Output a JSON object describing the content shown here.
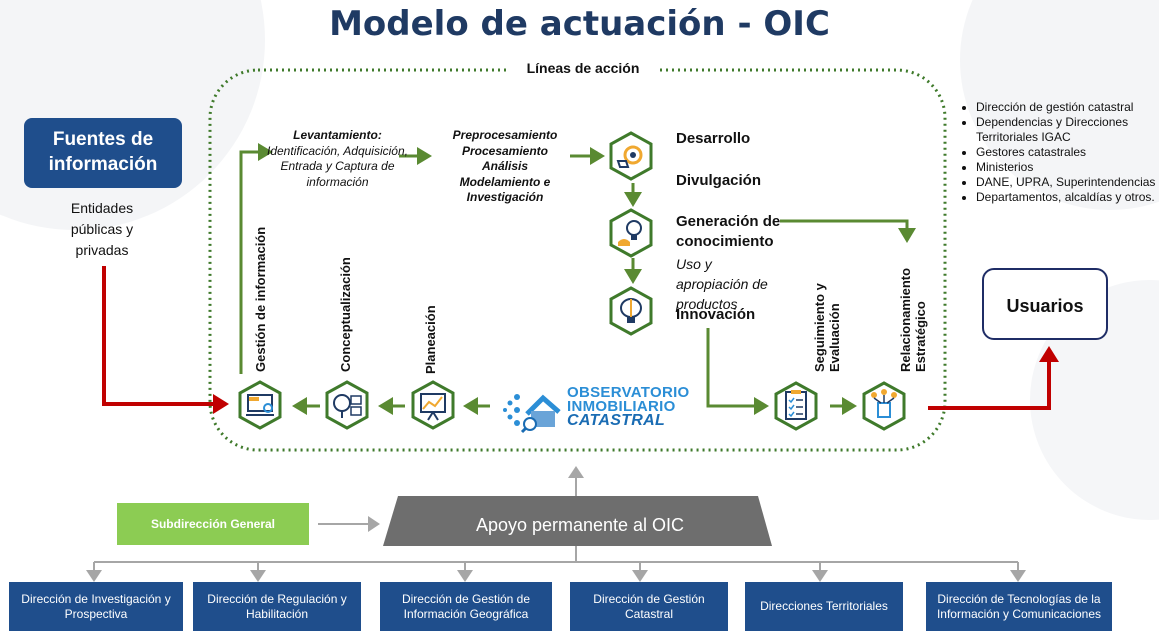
{
  "title": "Modelo de actuación - OIC",
  "lineas_label": "Líneas de acción",
  "fuentes": {
    "box_label": "Fuentes de información",
    "sub_label": "Entidades públicas y privadas"
  },
  "steps": {
    "levantamiento_head": "Levantamiento:",
    "levantamiento_body": "Identificación, Adquisición, Entrada y Captura de información",
    "preprocesamiento": "Preprocesamiento Procesamiento Análisis Modelamiento e Investigación"
  },
  "outputs": {
    "desarrollo": "Desarrollo",
    "divulgacion": "Divulgación",
    "generacion": "Generación de conocimiento",
    "uso": "Uso y apropiación de productos",
    "innovacion": "Innovación"
  },
  "vertical_labels": {
    "gestion": "Gestión de información",
    "conceptualizacion": "Conceptualización",
    "planeacion": "Planeación",
    "seguimiento": "Seguimiento y Evaluación",
    "relacionamiento": "Relacionamiento Estratégico"
  },
  "logo": {
    "line1": "OBSERVATORIO",
    "line2": "INMOBILIARIO",
    "line3": "CATASTRAL"
  },
  "users_list": [
    "Dirección de gestión catastral",
    "Dependencias y Direcciones Territoriales IGAC",
    "Gestores catastrales",
    "Ministerios",
    "DANE, UPRA, Superintendencias",
    "Departamentos, alcaldías y otros."
  ],
  "usuarios_label": "Usuarios",
  "bottom": {
    "subdireccion": "Subdirección General",
    "apoyo": "Apoyo permanente al OIC",
    "directions": [
      "Dirección de Investigación y Prospectiva",
      "Dirección de Regulación y Habilitación",
      "Dirección de Gestión de Información Geográfica",
      "Dirección de Gestión Catastral",
      "Direcciones Territoriales",
      "Dirección de Tecnologías de la Información y Comunicaciones"
    ]
  },
  "colors": {
    "title": "#1f3a63",
    "primary_blue": "#1f4e8c",
    "arrow_green": "#5a8a32",
    "arrow_red": "#c00000",
    "sub_green": "#8ccc53",
    "apoyo_gray": "#6e6e6e"
  }
}
